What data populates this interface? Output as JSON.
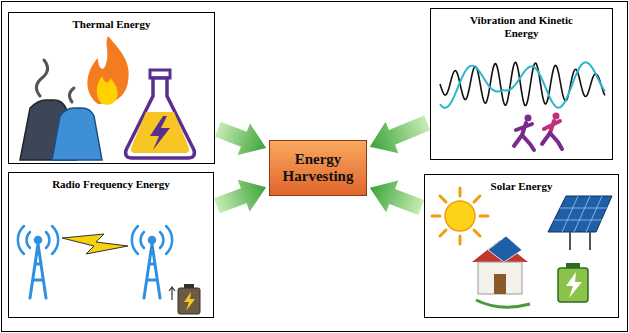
{
  "diagram": {
    "nodes": [
      {
        "text": [
          "Thermal Energy"
        ]
      },
      {
        "text": [
          "Vibration and Kinetic Energy"
        ]
      },
      {
        "text": [
          "Energy Harvesting"
        ]
      },
      {
        "text": [
          "Radio Frequency Energy"
        ]
      },
      {
        "text": [
          "Solar Energy"
        ]
      }
    ],
    "edges": [
      {
        "from": 0,
        "to": 2,
        "arrow": "to"
      },
      {
        "from": 1,
        "to": 2,
        "arrow": "to"
      },
      {
        "from": 3,
        "to": 2,
        "arrow": "to"
      },
      {
        "from": 4,
        "to": 2,
        "arrow": "to"
      }
    ]
  }
}
